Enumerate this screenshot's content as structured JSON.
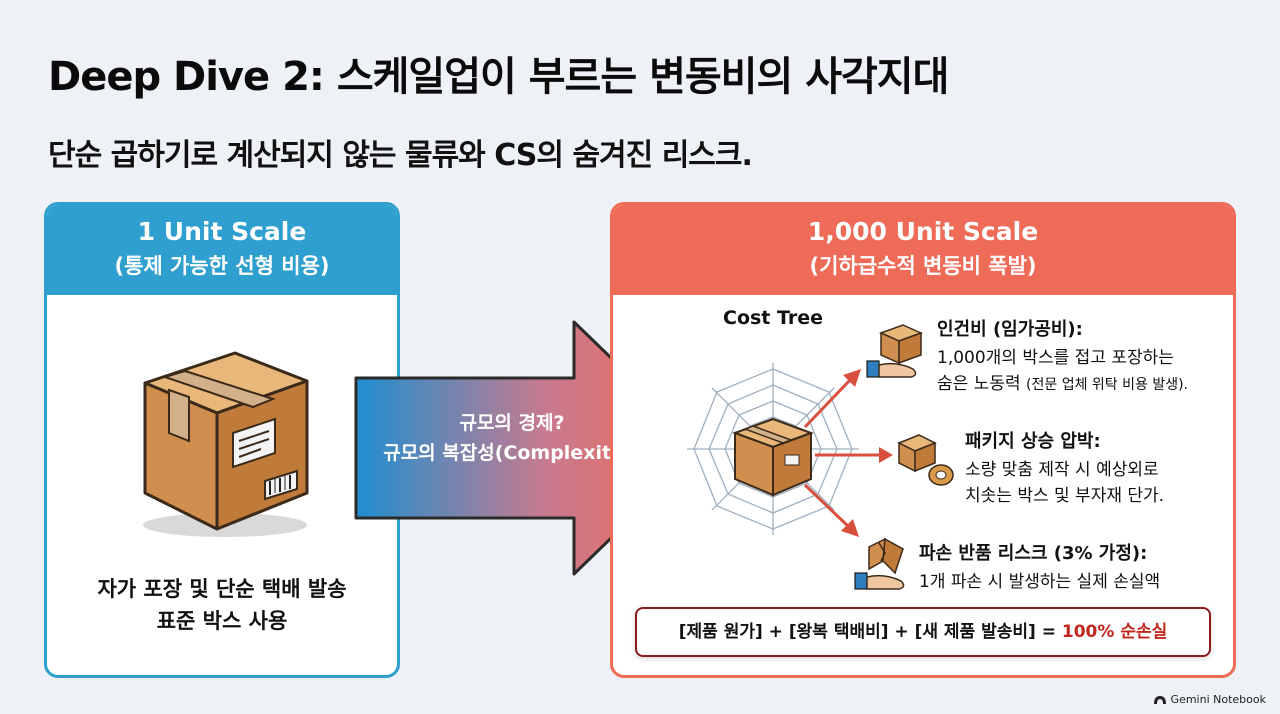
{
  "title": "Deep Dive 2: 스케일업이 부르는 변동비의 사각지대",
  "subtitle": "단순 곱하기로 계산되지 않는 물류와 CS의 숨겨진 리스크.",
  "left": {
    "header_line1": "1 Unit Scale",
    "header_line2": "(통제 가능한 선형 비용)",
    "caption_line1": "자가 포장 및 단순 택배 발송",
    "caption_line2": "표준 박스 사용"
  },
  "arrow": {
    "line1": "규모의 경제?",
    "line2": "규모의 복잡성(Complexity)!"
  },
  "right": {
    "header_line1": "1,000 Unit Scale",
    "header_line2": "(기하급수적 변동비 폭발)",
    "cost_tree_label": "Cost Tree",
    "items": [
      {
        "title": "인건비 (임가공비):",
        "desc_line1": "1,000개의 박스를 접고 포장하는",
        "desc_line2": "숨은 노동력",
        "desc_note": "(전문 업체 위탁 비용 발생)."
      },
      {
        "title": "패키지 상승 압박:",
        "desc_line1": "소량 맞춤 제작 시 예상외로",
        "desc_line2": "치솟는 박스 및 부자재 단가."
      },
      {
        "title": "파손 반품 리스크 (3% 가정):",
        "desc_line1": "1개 파손 시 발생하는 실제 손실액"
      }
    ],
    "formula_prefix": "[제품 원가] + [왕복 택배비] + [새 제품 발송비] = ",
    "formula_result": "100% 순손실"
  },
  "footer": "Gemini Notebook",
  "colors": {
    "left_accent": "#2f9fd0",
    "right_accent": "#ee6b58",
    "loss_red": "#c0261b"
  }
}
